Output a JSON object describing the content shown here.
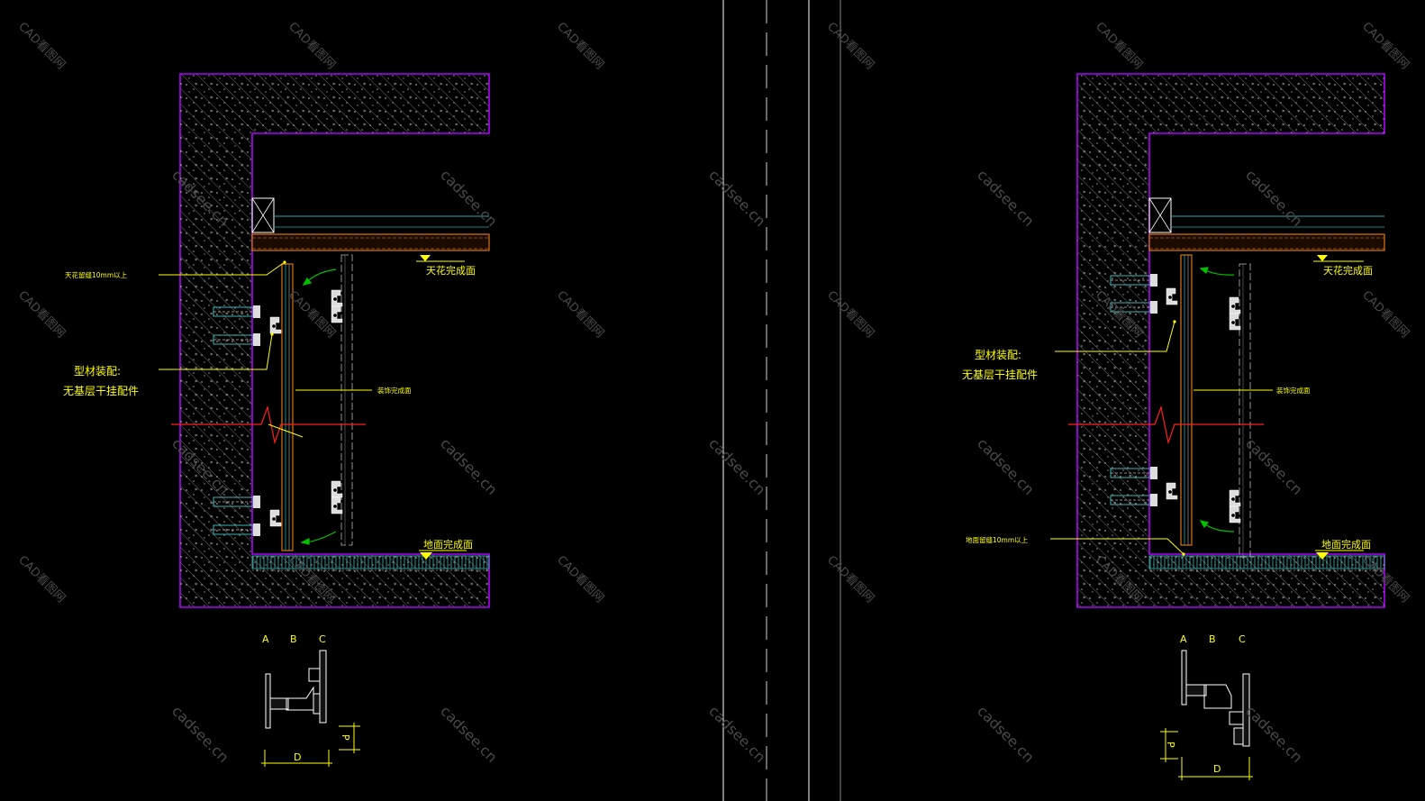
{
  "watermarks": {
    "site_cn": "CAD看图网",
    "site_en": "cadsee.cn"
  },
  "colors": {
    "background": "#000000",
    "wall_outline": "#b000ff",
    "label_text": "#ffff00",
    "leader_line": "#ffff00",
    "break_line": "#ff2020",
    "arrow": "#00c000",
    "panel_orange": "#ff8c1a",
    "ceiling_cyan": "#2aa8a8",
    "divider": "#ffffff"
  },
  "left_detail": {
    "ceiling_label": "天花完成面",
    "floor_label": "地面完成面",
    "top_gap_note": "天花留缝10mm以上",
    "assembly_label_line1": "型材装配:",
    "assembly_label_line2": "无基层干挂配件",
    "finish_face_label": "装饰完成面",
    "profile_letters": [
      "A",
      "B",
      "C"
    ],
    "dim_d": "D",
    "dim_p": "P"
  },
  "right_detail": {
    "ceiling_label": "天花完成面",
    "floor_label": "地面完成面",
    "bottom_gap_note": "地面留缝10mm以上",
    "assembly_label_line1": "型材装配:",
    "assembly_label_line2": "无基层干挂配件",
    "finish_face_label": "装饰完成面",
    "profile_letters": [
      "A",
      "B",
      "C"
    ],
    "dim_d": "D",
    "dim_p": "P"
  }
}
